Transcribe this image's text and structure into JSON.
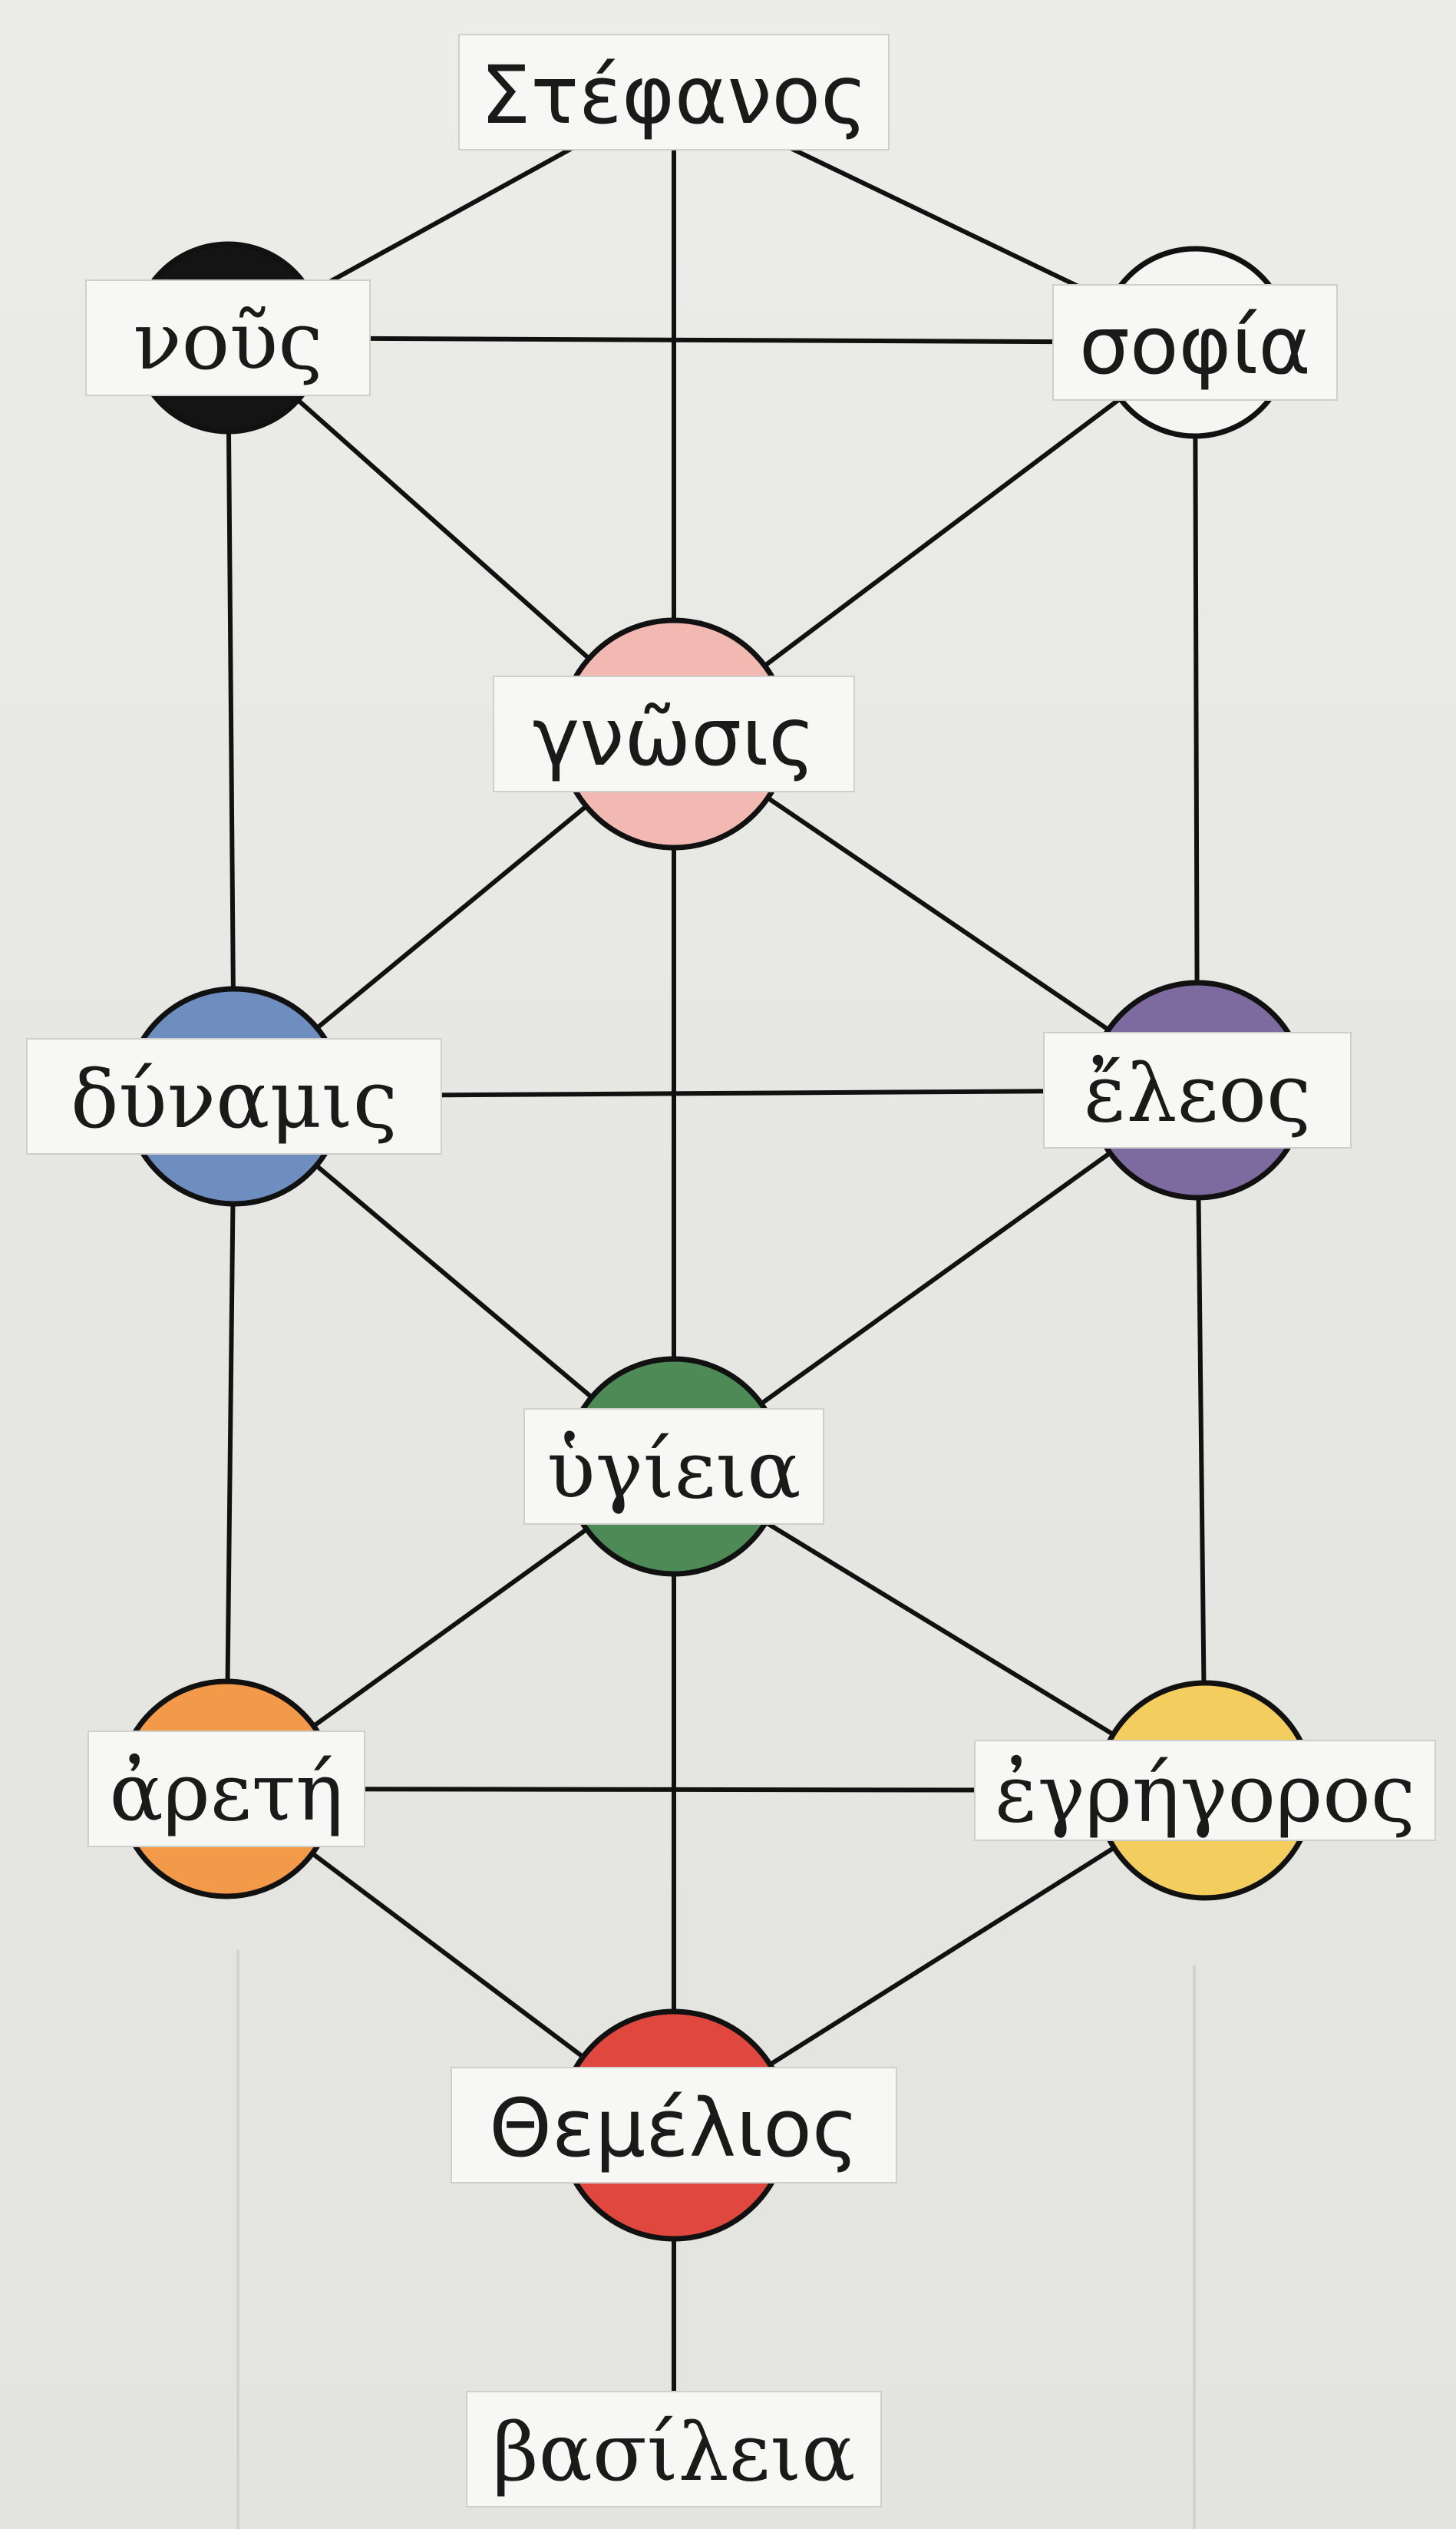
{
  "nodes": [
    {
      "id": "stefanos",
      "label": "Στέφανος",
      "color": null
    },
    {
      "id": "nous",
      "label": "νοῦς",
      "color": "#141414"
    },
    {
      "id": "sofia",
      "label": "σοφία",
      "color": "#f5f5f3"
    },
    {
      "id": "gnosis",
      "label": "γνῶσις",
      "color": "#f2b9b2"
    },
    {
      "id": "dynamis",
      "label": "δύναμις",
      "color": "#6f8ec0"
    },
    {
      "id": "eleos",
      "label": "ἔλεος",
      "color": "#7d6a9e"
    },
    {
      "id": "hygieia",
      "label": "ὑγίεια",
      "color": "#4d8a55"
    },
    {
      "id": "arete",
      "label": "ἀρετή",
      "color": "#f29a4a"
    },
    {
      "id": "egregoros",
      "label": "ἐγρήγορος",
      "color": "#f3ce5e"
    },
    {
      "id": "themelios",
      "label": "Θεμέλιος",
      "color": "#e0473f"
    },
    {
      "id": "basileia",
      "label": "βασίλεια",
      "color": null
    }
  ],
  "edges": [
    [
      "stefanos",
      "nous"
    ],
    [
      "stefanos",
      "sofia"
    ],
    [
      "stefanos",
      "gnosis"
    ],
    [
      "nous",
      "sofia"
    ],
    [
      "nous",
      "gnosis"
    ],
    [
      "sofia",
      "gnosis"
    ],
    [
      "nous",
      "dynamis"
    ],
    [
      "sofia",
      "eleos"
    ],
    [
      "gnosis",
      "dynamis"
    ],
    [
      "gnosis",
      "eleos"
    ],
    [
      "gnosis",
      "hygieia"
    ],
    [
      "dynamis",
      "eleos"
    ],
    [
      "dynamis",
      "hygieia"
    ],
    [
      "eleos",
      "hygieia"
    ],
    [
      "dynamis",
      "arete"
    ],
    [
      "eleos",
      "egregoros"
    ],
    [
      "hygieia",
      "arete"
    ],
    [
      "hygieia",
      "egregoros"
    ],
    [
      "hygieia",
      "themelios"
    ],
    [
      "arete",
      "egregoros"
    ],
    [
      "arete",
      "themelios"
    ],
    [
      "egregoros",
      "themelios"
    ],
    [
      "themelios",
      "basileia"
    ]
  ]
}
